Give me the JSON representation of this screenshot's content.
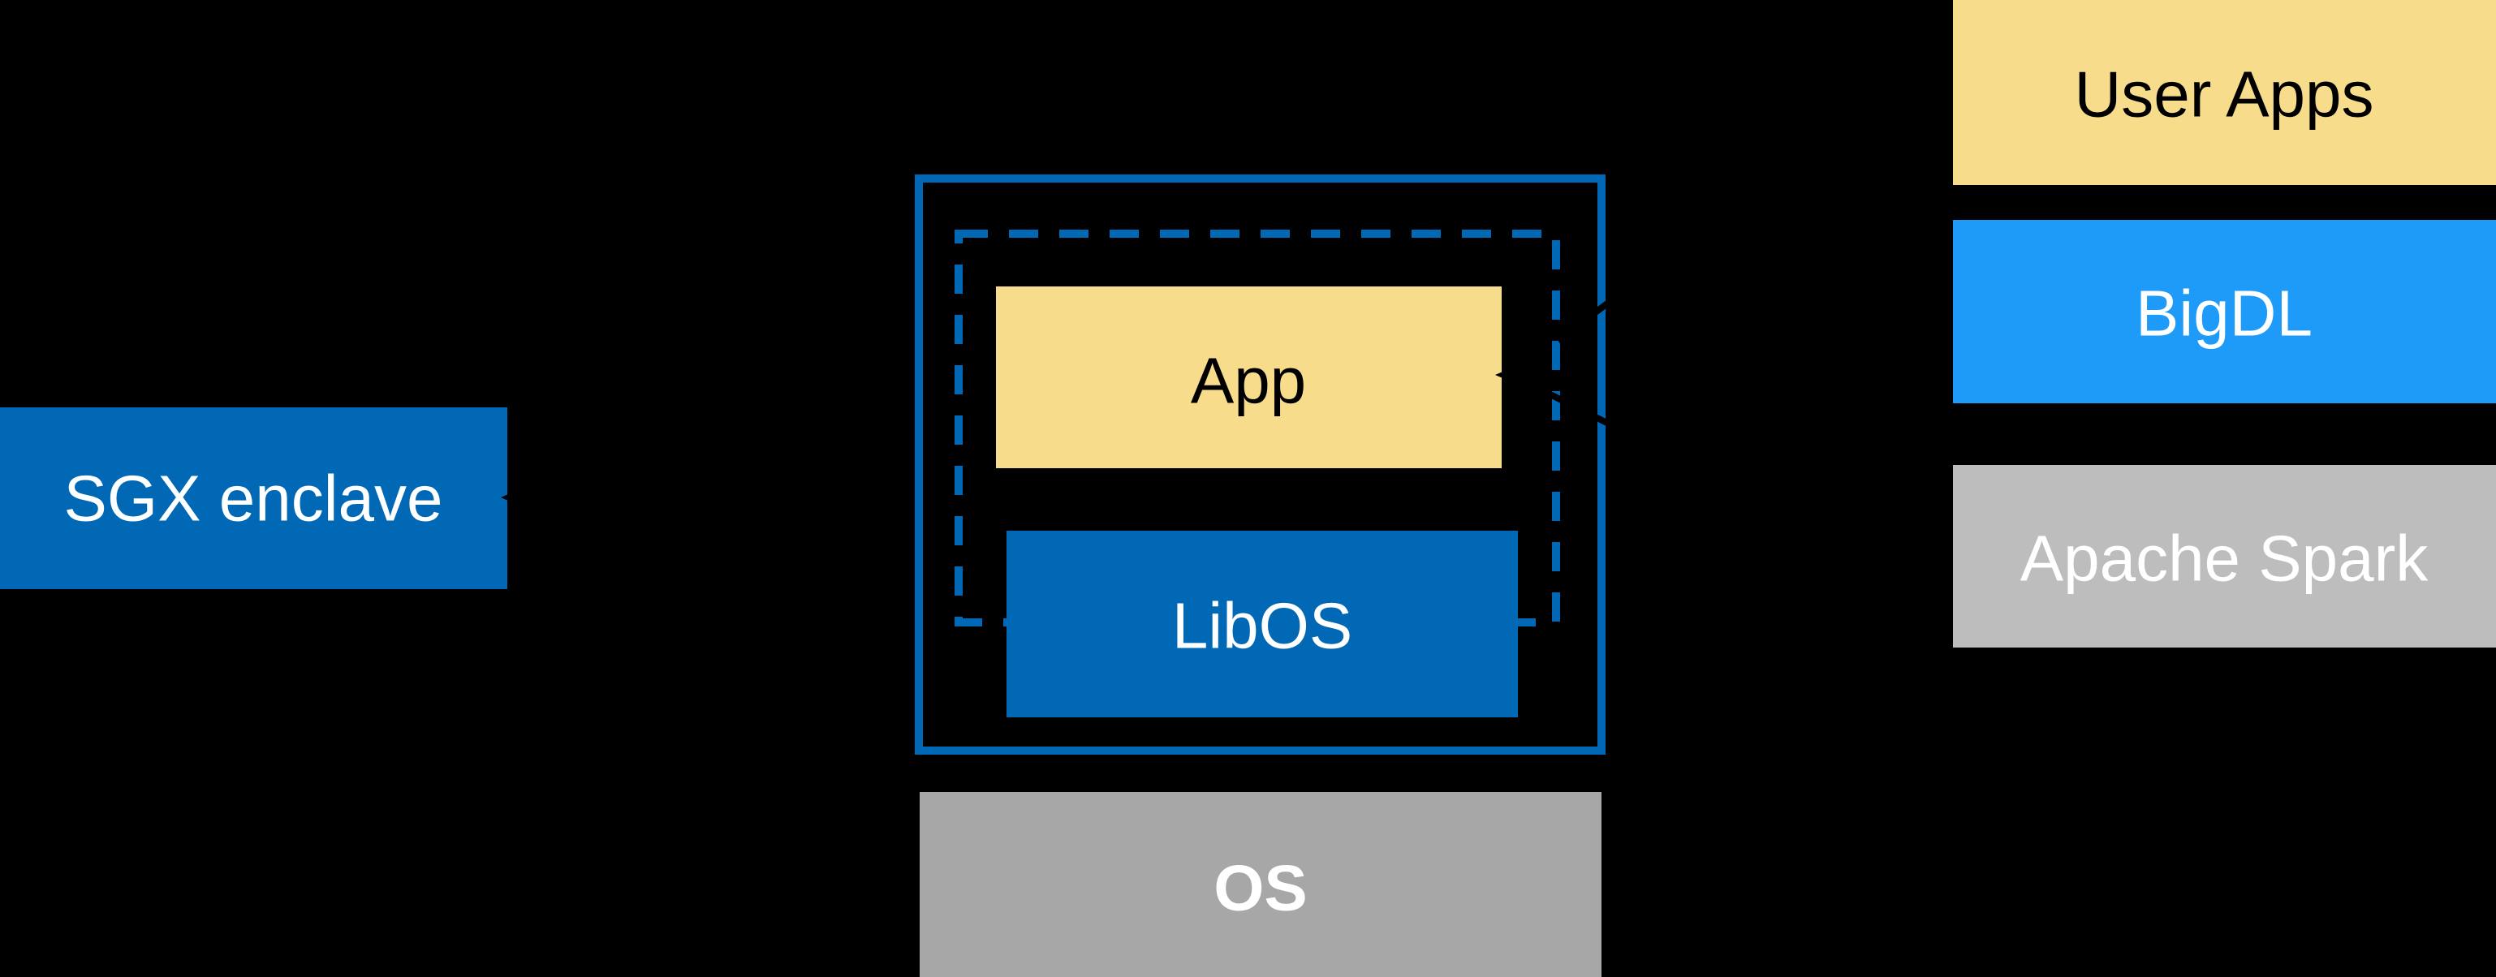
{
  "diagram": {
    "title": "SGX enclave LibOS architecture diagram",
    "background_color": "#000000",
    "colors": {
      "intel_blue": "#0068B5",
      "bright_blue": "#1E9AF9",
      "yellow": "#F7DC8C",
      "gray_light": "#BDBDBD",
      "gray_mid": "#A7A7A7",
      "white": "#FFFFFF",
      "black": "#000000"
    },
    "left_box": {
      "label": "SGX enclave"
    },
    "enclave": {
      "outer_border_style": "solid",
      "inner_border_style": "dashed",
      "app_box": {
        "label": "App"
      },
      "libos_box": {
        "label": "LibOS"
      }
    },
    "os_box": {
      "label": "OS"
    },
    "right_stack": [
      {
        "label": "User Apps"
      },
      {
        "label": "BigDL"
      },
      {
        "label": "Apache Spark"
      }
    ],
    "arrows": [
      {
        "name": "enclave-to-sgx-label",
        "style": "dashed-black",
        "direction": "points-left-at-sgx-enclave-box"
      },
      {
        "name": "user-apps-to-app",
        "style": "dashed-black",
        "direction": "points-at-app-box"
      },
      {
        "name": "apache-spark-to-app",
        "style": "dashed-black",
        "direction": "points-at-app-box"
      }
    ]
  }
}
